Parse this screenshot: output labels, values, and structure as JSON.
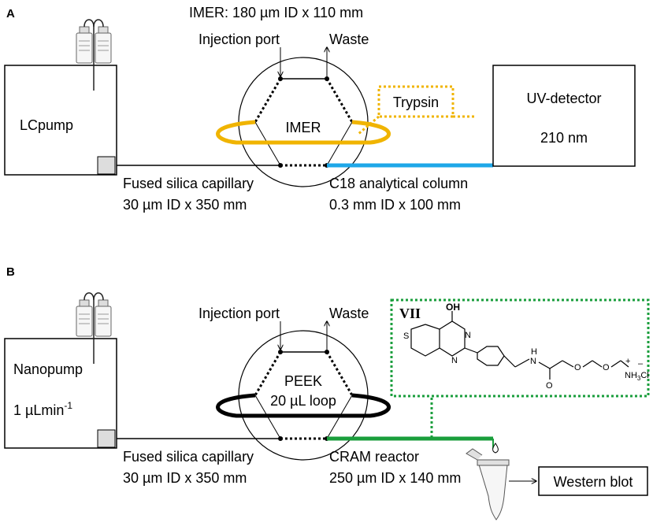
{
  "panel_a": {
    "letter": "A",
    "imer_title": "IMER: 180 µm ID x 110 mm",
    "pump_label": "LCpump",
    "injection_port": "Injection port",
    "waste": "Waste",
    "loop_label": "IMER",
    "trypsin": "Trypsin",
    "detector_name": "UV-detector",
    "detector_wavelength": "210 nm",
    "capillary_label": "Fused silica capillary",
    "capillary_dims": "30 µm ID x 350 mm",
    "column_label": "C18 analytical column",
    "column_dims": "0.3 mm ID x 100 mm"
  },
  "panel_b": {
    "letter": "B",
    "pump_label": "Nanopump",
    "flow_rate_value": "1 µLmin",
    "flow_rate_exp": "-1",
    "injection_port": "Injection port",
    "waste": "Waste",
    "loop_line1": "PEEK",
    "loop_line2": "20 µL loop",
    "capillary_label": "Fused silica capillary",
    "capillary_dims": "30 µm ID x 350 mm",
    "reactor_label": "CRAM reactor",
    "reactor_dims": "250 µm ID x 140 mm",
    "western_blot": "Western blot",
    "compound": {
      "label": "VII",
      "oh": "OH",
      "n1": "N",
      "n2": "N",
      "s": "S",
      "nh": "N",
      "h": "H",
      "o_carbonyl": "O",
      "o_ether1": "O",
      "o_ether2": "O",
      "plus": "+",
      "minus": "–",
      "nh3": "NH",
      "sub3": "3",
      "cl": "Cl"
    }
  },
  "colors": {
    "imer_loop": "#f0b400",
    "c18_column": "#1ea7e8",
    "peek_loop": "#000000",
    "cram_reactor": "#1a9e3c",
    "compound_box": "#1a9e3c"
  }
}
